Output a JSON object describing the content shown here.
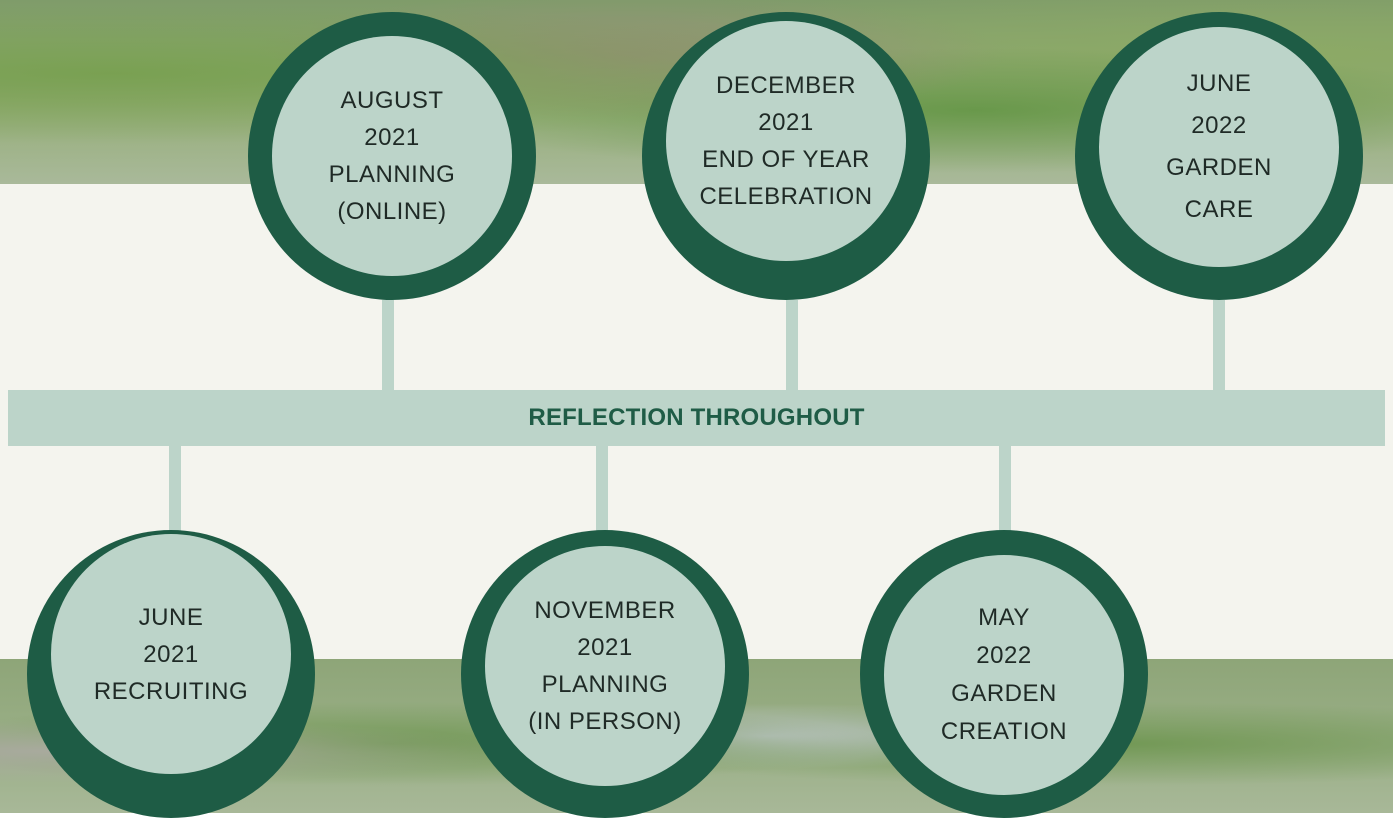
{
  "bar": {
    "label": "REFLECTION THROUGHOUT"
  },
  "colors": {
    "dark_green": "#1e5c45",
    "sage": "#bcd4c9",
    "panel": "#f4f4ee",
    "bar_text": "#1f5c46"
  },
  "milestones_top": [
    {
      "month": "AUGUST",
      "year": "2021",
      "line1": "PLANNING",
      "line2": "(ONLINE)"
    },
    {
      "month": "DECEMBER",
      "year": "2021",
      "line1": "END OF YEAR",
      "line2": "CELEBRATION"
    },
    {
      "month": "JUNE",
      "year": "2022",
      "line1": "GARDEN",
      "line2": "CARE"
    }
  ],
  "milestones_bottom": [
    {
      "month": "JUNE",
      "year": "2021",
      "line1": "RECRUITING",
      "line2": ""
    },
    {
      "month": "NOVEMBER",
      "year": "2021",
      "line1": "PLANNING",
      "line2": "(IN PERSON)"
    },
    {
      "month": "MAY",
      "year": "2022",
      "line1": "GARDEN",
      "line2": "CREATION"
    }
  ]
}
